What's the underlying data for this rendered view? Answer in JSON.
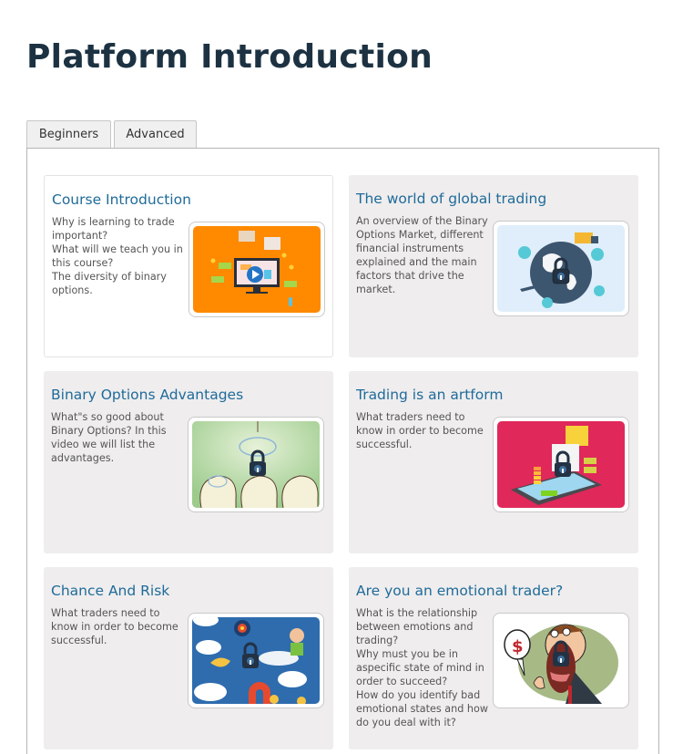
{
  "page": {
    "title": "Platform Introduction"
  },
  "tabs": [
    {
      "label": "Beginners",
      "active": true
    },
    {
      "label": "Advanced",
      "active": false
    }
  ],
  "colors": {
    "title": "#1c3242",
    "card_title": "#1f6b99",
    "card_bg": "#efedee",
    "active_card_bg": "#ffffff"
  },
  "courses": [
    {
      "title": "Course Introduction",
      "description": "Why is learning to trade important?\nWhat will we teach you in this course?\nThe diversity of binary options.",
      "thumbnail": "video-lesson-monitor-play-icon",
      "thumbnail_bg": "#ff8a00",
      "locked": false
    },
    {
      "title": "The world of global trading",
      "description": "An overview of the Binary Options Market, different financial instruments explained and the main factors that drive the market.",
      "thumbnail": "globe-lock-icon",
      "thumbnail_bg": "#dfeefa",
      "locked": true
    },
    {
      "title": "Binary Options Advantages",
      "description": "What\"s so good about Binary Options? In this video we will list the advantages.",
      "thumbnail": "heads-brain-lock-icon",
      "thumbnail_bg": "#a9d39a",
      "locked": true
    },
    {
      "title": "Trading is an artform",
      "description": "What traders need to know in order to become successful.",
      "thumbnail": "tablet-coins-lock-icon",
      "thumbnail_bg": "#e0285a",
      "locked": true
    },
    {
      "title": "Chance And Risk",
      "description": "What traders need to know in order to become successful.",
      "thumbnail": "infographic-magnet-lock-icon",
      "thumbnail_bg": "#2e6cae",
      "locked": true
    },
    {
      "title": "Are you an emotional trader?",
      "description": "What is the relationship between emotions and trading?\nWhy must you be in aspecific state of mind in order to succeed?\nHow do you identify bad emotional states and how do you deal with it?",
      "thumbnail": "screaming-man-lock-icon",
      "thumbnail_bg": "#ffffff",
      "locked": true
    }
  ]
}
